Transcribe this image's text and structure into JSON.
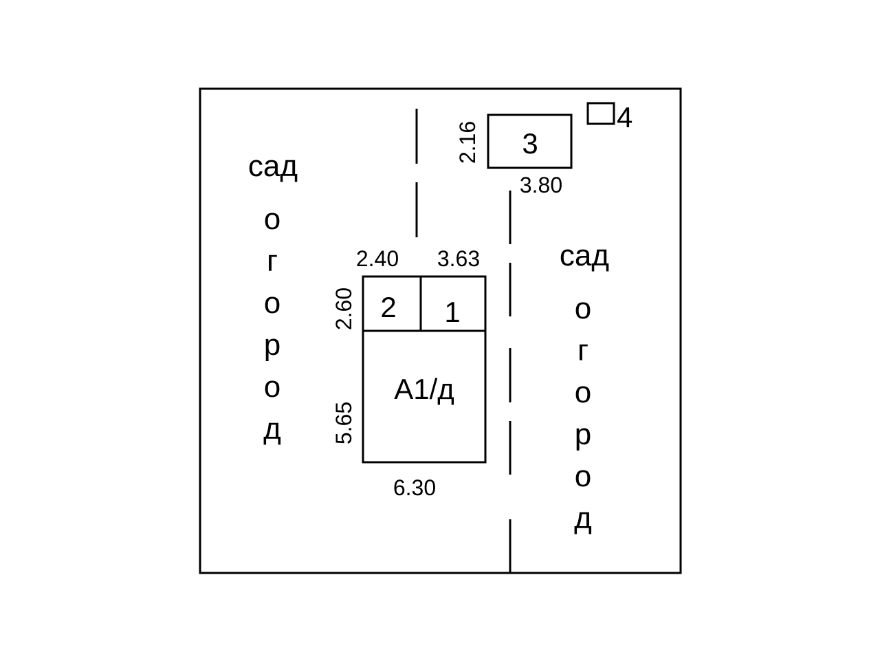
{
  "plan": {
    "building": {
      "label": "А1/д",
      "width": "6.30",
      "height_lower": "5.65",
      "height_upper": "2.60",
      "width_room2": "2.40",
      "width_room1": "3.63"
    },
    "rooms": {
      "room1": "1",
      "room2": "2",
      "room3": "3",
      "room4": "4"
    },
    "room3": {
      "width": "3.80",
      "height": "2.16"
    },
    "left_area": {
      "sad": "сад",
      "ogorod_letters": [
        "о",
        "г",
        "о",
        "р",
        "о",
        "д"
      ]
    },
    "right_area": {
      "sad": "сад",
      "ogorod_letters": [
        "о",
        "г",
        "о",
        "р",
        "о",
        "д"
      ]
    }
  }
}
